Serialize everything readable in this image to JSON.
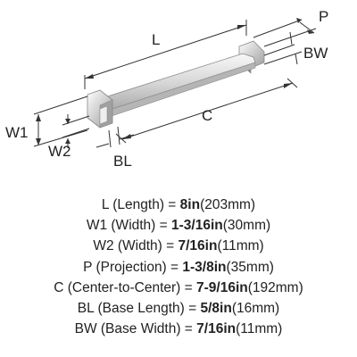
{
  "diagram": {
    "labels": {
      "L": "L",
      "P": "P",
      "BW": "BW",
      "W1": "W1",
      "W2": "W2",
      "C": "C",
      "BL": "BL"
    }
  },
  "specs": [
    {
      "label": "L (Length) = ",
      "value": "8in",
      "metric": "(203mm)"
    },
    {
      "label": "W1 (Width) = ",
      "value": "1-3/16in",
      "metric": "(30mm)"
    },
    {
      "label": "W2 (Width) = ",
      "value": "7/16in",
      "metric": "(11mm)"
    },
    {
      "label": "P (Projection) = ",
      "value": "1-3/8in",
      "metric": "(35mm)"
    },
    {
      "label": "C (Center-to-Center) = ",
      "value": "7-9/16in",
      "metric": "(192mm)"
    },
    {
      "label": "BL (Base Length) = ",
      "value": "5/8in",
      "metric": "(16mm)"
    },
    {
      "label": "BW (Base Width) = ",
      "value": "7/16in",
      "metric": "(11mm)"
    }
  ]
}
